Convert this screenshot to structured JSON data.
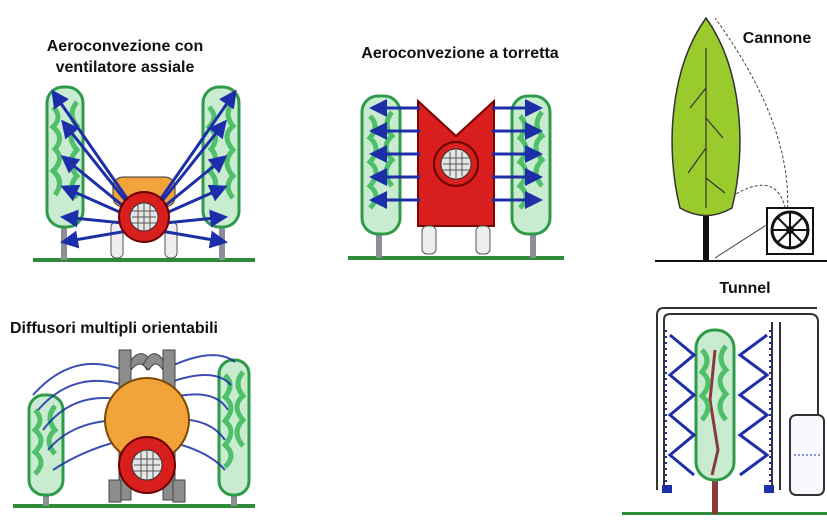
{
  "panels": {
    "axial": {
      "title_line1": "Aeroconvezione con",
      "title_line2": "ventilatore assiale"
    },
    "tower": {
      "title": "Aeroconvezione a torretta"
    },
    "cannon": {
      "title": "Cannone"
    },
    "multi": {
      "title": "Diffusori multipli orientabili"
    },
    "tunnel": {
      "title": "Tunnel"
    }
  },
  "colors": {
    "foliage": "#4fbf6a",
    "foliage_light": "#c9ecd0",
    "trunk": "#8a8f98",
    "fan_red": "#d91e1e",
    "air_blue": "#1d2fa8",
    "orange": "#f2a33a",
    "ground": "#2e8b3a",
    "cannon_tree": "#9acb2c"
  },
  "icons": [
    "tree-icon",
    "fan-icon",
    "air-arrow-icon",
    "wheel-icon",
    "cannon-icon"
  ]
}
